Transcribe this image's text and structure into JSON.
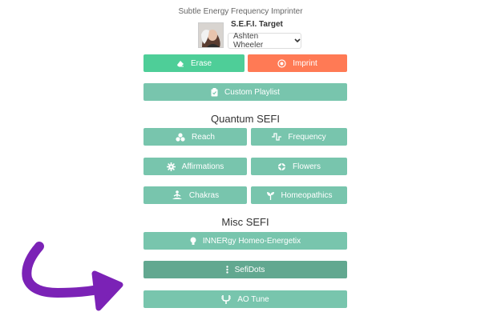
{
  "header": {
    "subtitle": "Subtle Energy Frequency Imprinter",
    "target_label": "S.E.F.I. Target",
    "selected_person": "Ashten Wheeler"
  },
  "actions": {
    "erase": "Erase",
    "imprint": "Imprint",
    "custom_playlist": "Custom Playlist"
  },
  "quantum": {
    "heading": "Quantum SEFI",
    "reach": "Reach",
    "frequency": "Frequency",
    "affirmations": "Affirmations",
    "flowers": "Flowers",
    "chakras": "Chakras",
    "homeopathics": "Homeopathics"
  },
  "misc": {
    "heading": "Misc SEFI",
    "innergy": "INNERgy Homeo-Energetix",
    "sefidots": "SefiDots",
    "ao_tune": "AO Tune"
  },
  "colors": {
    "button_teal": "#78c5ad",
    "erase_green": "#4ece98",
    "imprint_orange": "#ff7a55",
    "arrow_purple": "#7b22b6"
  }
}
